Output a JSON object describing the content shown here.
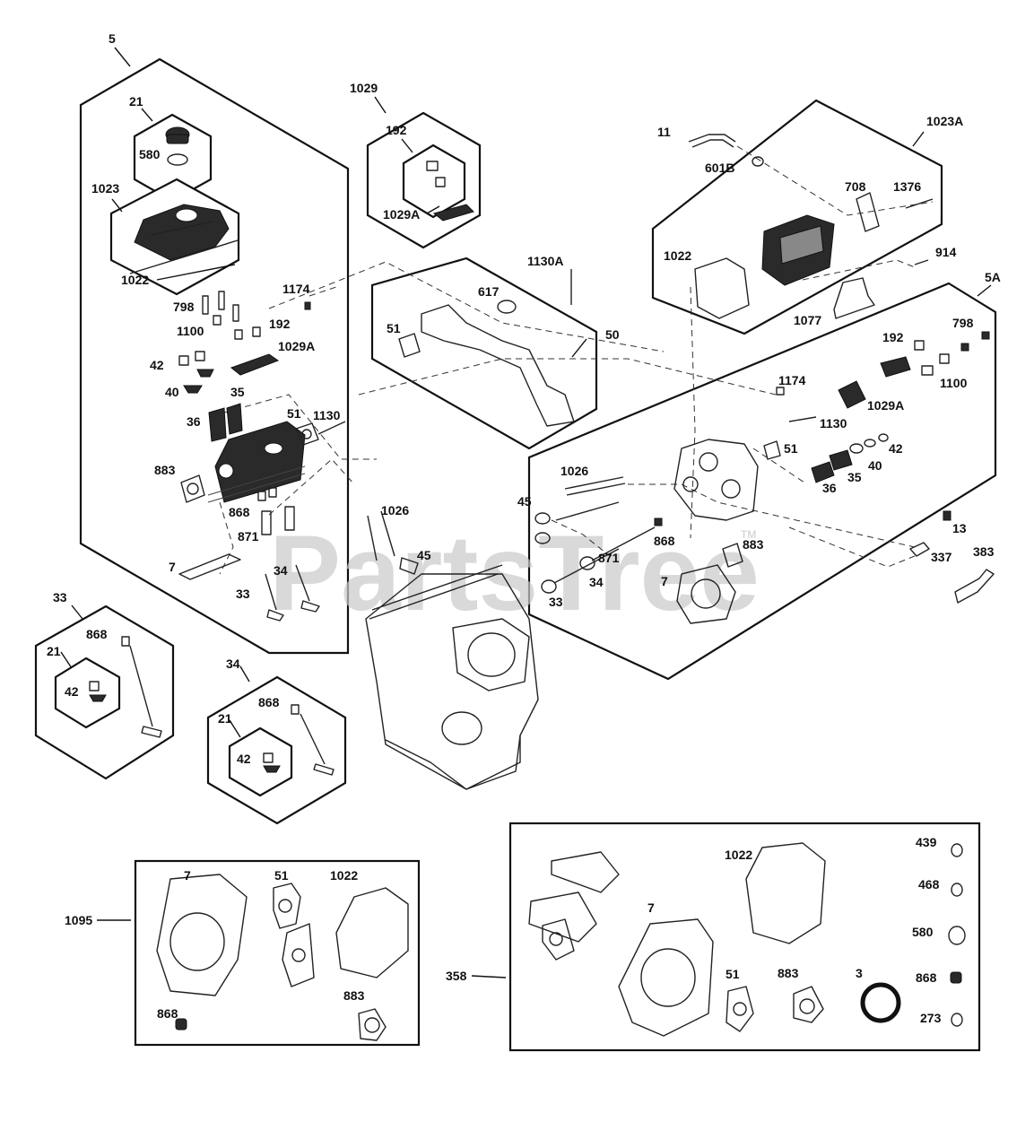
{
  "diagram": {
    "watermark": "PartsTree",
    "watermark_tm": "TM",
    "callouts": {
      "c5": "5",
      "c21a": "21",
      "c580a": "580",
      "c1023": "1023",
      "c1022a": "1022",
      "c798a": "798",
      "c1100a": "1100",
      "c192a": "192",
      "c1029Aa": "1029A",
      "c1174a": "1174",
      "c42a": "42",
      "c40a": "40",
      "c35a": "35",
      "c36a": "36",
      "c51a": "51",
      "c1130a": "1130",
      "c883a": "883",
      "c868a": "868",
      "c871a": "871",
      "c7a": "7",
      "c34a": "34",
      "c33a": "33",
      "c1029": "1029",
      "c192b": "192",
      "c1029Ab": "1029A",
      "c1130A": "1130A",
      "c617": "617",
      "c51b": "51",
      "c50": "50",
      "c1026a": "1026",
      "c45a": "45",
      "c11": "11",
      "c601B": "601B",
      "c1023A": "1023A",
      "c708": "708",
      "c1376": "1376",
      "c1022b": "1022",
      "c914": "914",
      "c1077": "1077",
      "c5A": "5A",
      "c798b": "798",
      "c192c": "192",
      "c1100b": "1100",
      "c1174b": "1174",
      "c1029Ac": "1029A",
      "c1130b": "1130",
      "c51c": "51",
      "c42b": "42",
      "c40b": "40",
      "c35b": "35",
      "c36b": "36",
      "c1026b": "1026",
      "c45b": "45",
      "c868b": "868",
      "c883b": "883",
      "c871b": "871",
      "c7b": "7",
      "c33b": "33",
      "c34b": "34",
      "c13": "13",
      "c337": "337",
      "c383": "383",
      "c33k": "33",
      "c868k1": "868",
      "c21k1": "21",
      "c42k1": "42",
      "c34k": "34",
      "c868k2": "868",
      "c21k2": "21",
      "c42k2": "42",
      "c1095": "1095",
      "c7k": "7",
      "c51k": "51",
      "c1022k": "1022",
      "c868k3": "868",
      "c883k": "883",
      "c358": "358",
      "c1022m": "1022",
      "c439": "439",
      "c468": "468",
      "c580m": "580",
      "c7m": "7",
      "c51m": "51",
      "c883m": "883",
      "c3": "3",
      "c868m": "868",
      "c273": "273"
    }
  }
}
